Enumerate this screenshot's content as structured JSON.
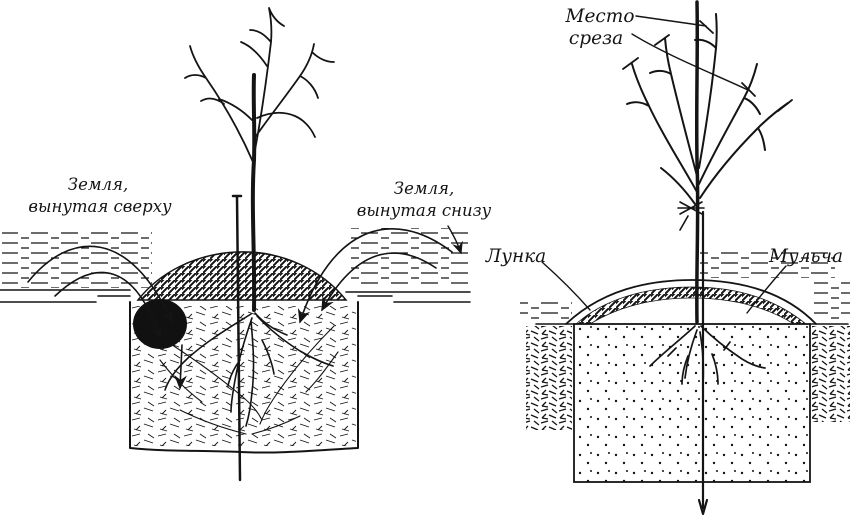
{
  "colors": {
    "ink": "#141414",
    "background": "#ffffff"
  },
  "left_panel": {
    "soil_top_label": {
      "line1": "Земля,",
      "line2": "вынутая сверху"
    },
    "soil_bottom_label": {
      "line1": "Земля,",
      "line2": "вынутая снизу"
    }
  },
  "right_panel": {
    "cut_label": {
      "line1": "Место",
      "line2": "среза"
    },
    "hole_label": "Лунка",
    "mulch_label": "Мульча"
  }
}
